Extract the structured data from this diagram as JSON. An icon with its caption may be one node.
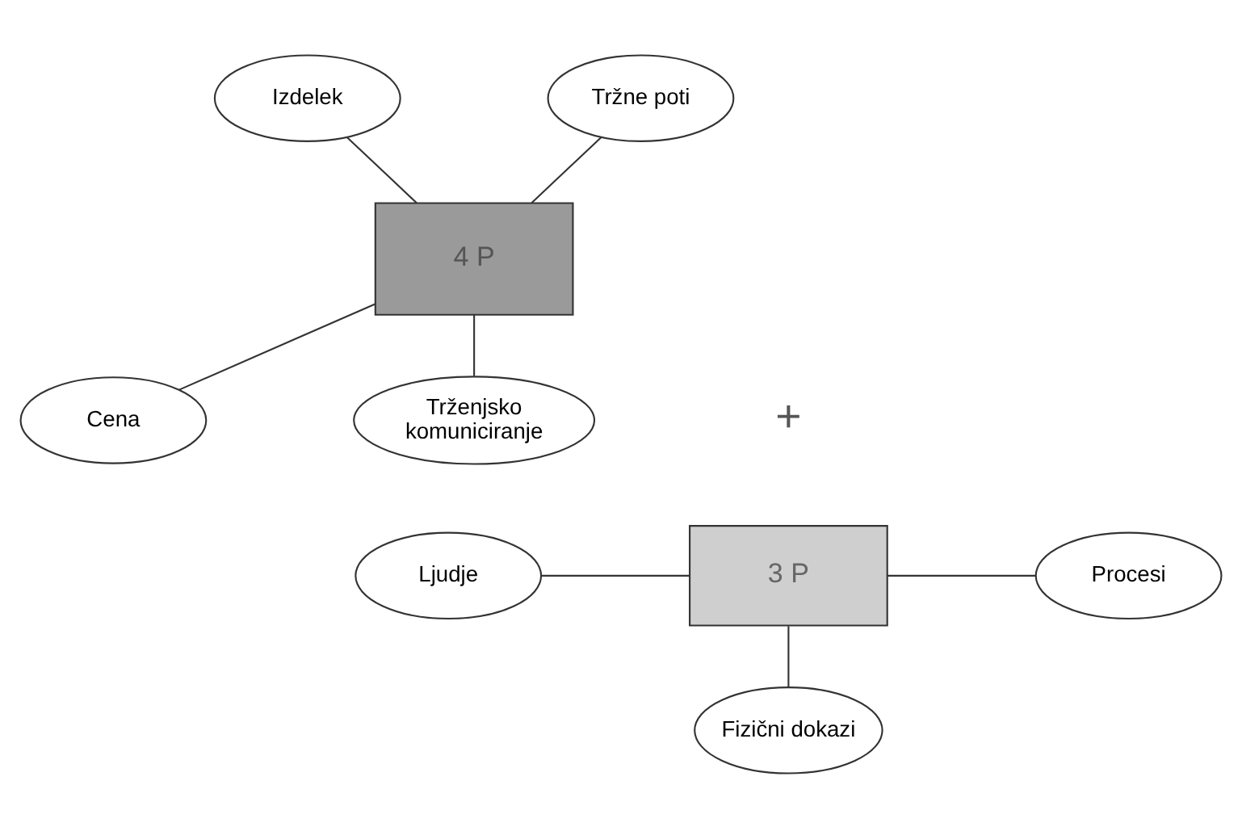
{
  "diagram": {
    "nodes": [
      {
        "text": [
          "Izdelek"
        ]
      },
      {
        "text": [
          "Tržne poti"
        ]
      },
      {
        "text": [
          "4 P"
        ]
      },
      {
        "text": [
          "Cena"
        ]
      },
      {
        "text": [
          "Trženjsko komuniciranje"
        ]
      },
      {
        "text": [
          "Ljudje"
        ]
      },
      {
        "text": [
          "3 P"
        ]
      },
      {
        "text": [
          "Procesi"
        ]
      },
      {
        "text": [
          "Fizični dokazi"
        ]
      }
    ],
    "edges": [
      {
        "from": 0,
        "to": 2,
        "arrow": "none"
      },
      {
        "from": 1,
        "to": 2,
        "arrow": "none"
      },
      {
        "from": 2,
        "to": 3,
        "arrow": "none"
      },
      {
        "from": 2,
        "to": 4,
        "arrow": "none"
      },
      {
        "from": 5,
        "to": 6,
        "arrow": "none"
      },
      {
        "from": 6,
        "to": 7,
        "arrow": "none"
      },
      {
        "from": 6,
        "to": 8,
        "arrow": "none"
      }
    ],
    "labels": [
      "+"
    ]
  }
}
